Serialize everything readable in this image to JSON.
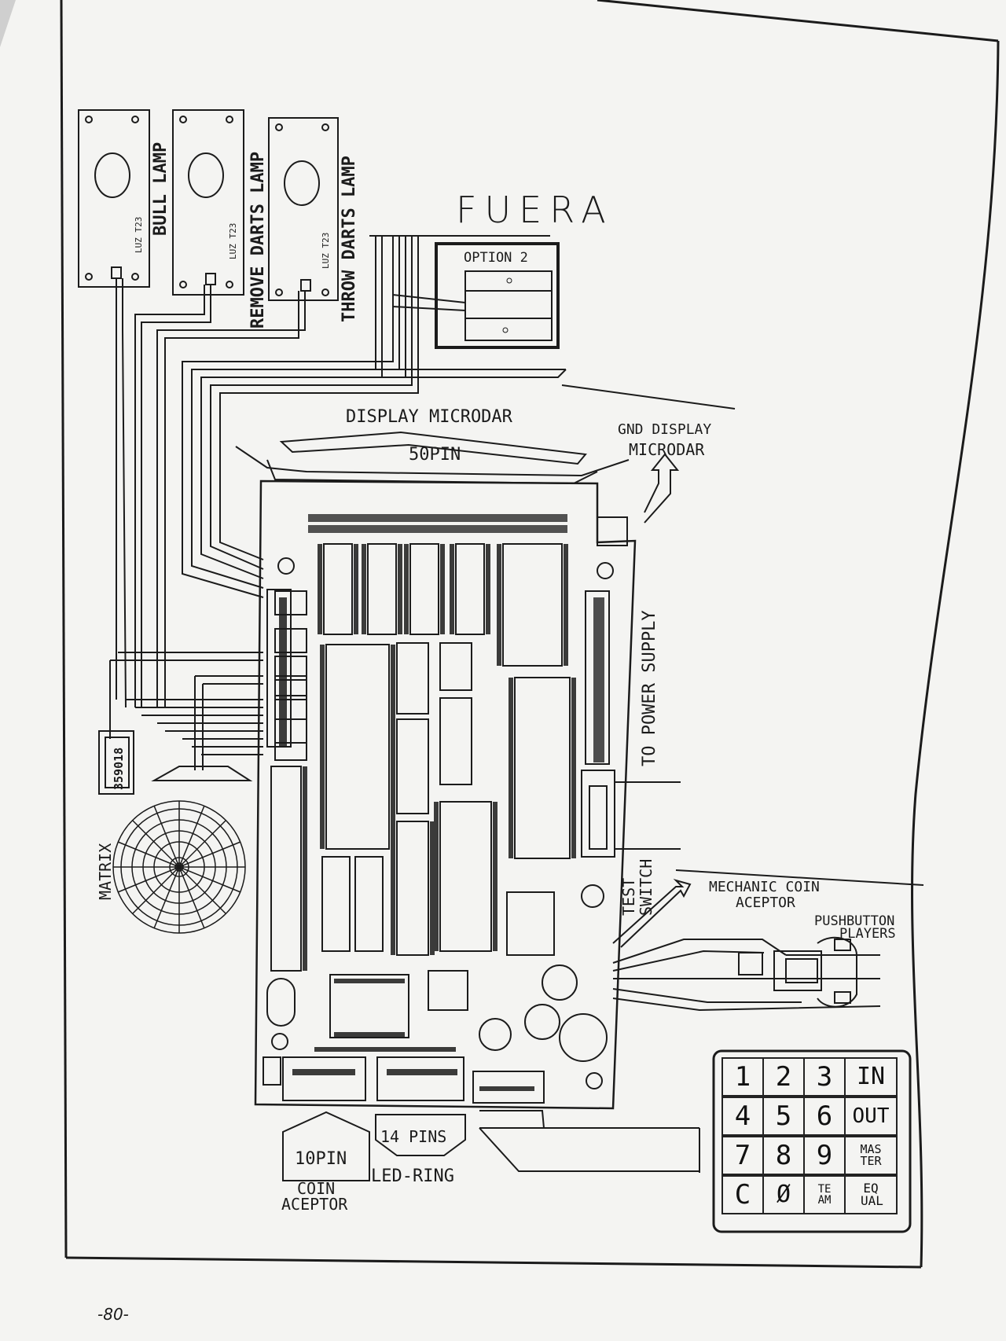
{
  "lamps": [
    {
      "title": "BULL LAMP",
      "sub": "LUZ T23"
    },
    {
      "title": "REMOVE DARTS LAMP",
      "sub": "LUZ T23"
    },
    {
      "title": "THROW DARTS LAMP",
      "sub": "LUZ T23"
    }
  ],
  "handwritten_note": "FUERA",
  "option_label": "OPTION 2",
  "display_label": "DISPLAY MICRODAR",
  "display_pins": "50PIN",
  "gnd_display": [
    "GND DISPLAY",
    "MICRODAR"
  ],
  "power_supply": "TO POWER SUPPLY",
  "test_switch": [
    "TEST",
    "SWITCH"
  ],
  "mechanic_coin": [
    "MECHANIC COIN",
    "ACEPTOR"
  ],
  "pushbutton": [
    "PUSHBUTTON",
    "PLAYERS"
  ],
  "counter_value": "359018",
  "matrix_label": "MATRIX",
  "coin_connector": {
    "pins": "10PIN",
    "name": [
      "COIN",
      "ACEPTOR"
    ]
  },
  "led_connector": {
    "pins": "14 PINS",
    "name": "LED-RING"
  },
  "keypad": {
    "rows": [
      [
        "1",
        "2",
        "3",
        "IN"
      ],
      [
        "4",
        "5",
        "6",
        "OUT"
      ],
      [
        "7",
        "8",
        "9",
        "MAS TER"
      ],
      [
        "C",
        "Ø",
        "TE AM",
        "EQ UAL"
      ]
    ]
  },
  "page_number": "-80-",
  "colors": {
    "paper": "#f4f4f2",
    "ink": "#1b1b1b",
    "background": "#cfcfcf"
  }
}
